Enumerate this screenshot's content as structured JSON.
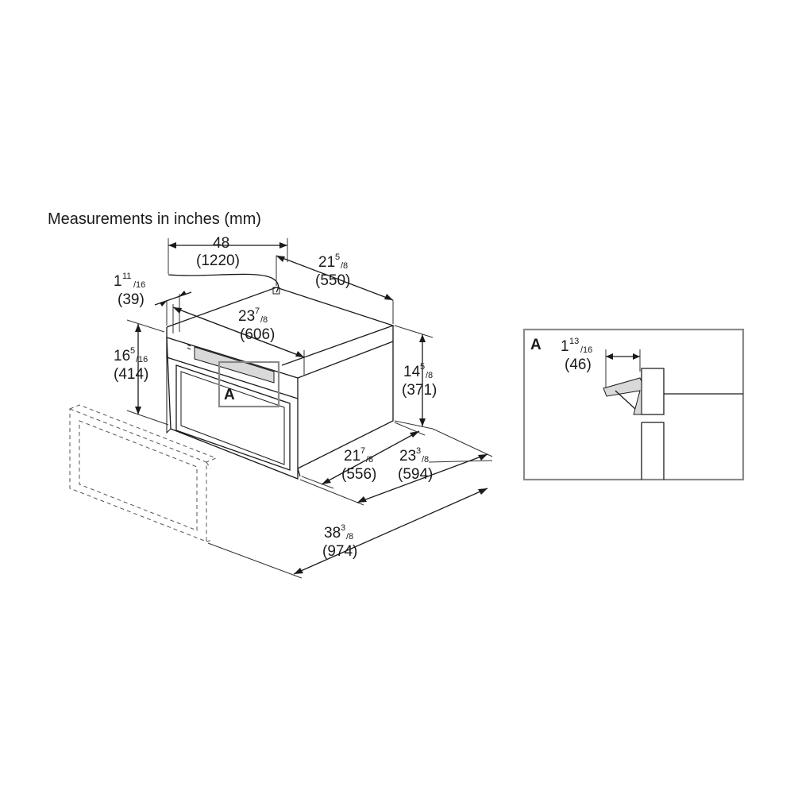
{
  "title": "Measurements in inches (mm)",
  "colors": {
    "line": "#1a1a1a",
    "callout_box": "#8a8a8a",
    "panel": "#d9d9d9"
  },
  "dimensions": {
    "cord": {
      "inches_whole": "48",
      "mm": "(1220)"
    },
    "depth_top": {
      "inches_whole": "21",
      "frac_num": "5",
      "frac_den": "/8",
      "mm": "(550)"
    },
    "front_offset": {
      "inches_whole": "1",
      "frac_num": "11",
      "frac_den": "/16",
      "mm": "(39)"
    },
    "width_top": {
      "inches_whole": "23",
      "frac_num": "7",
      "frac_den": "/8",
      "mm": "(606)"
    },
    "front_height": {
      "inches_whole": "16",
      "frac_num": "5",
      "frac_den": "/16",
      "mm": "(414)"
    },
    "body_height": {
      "inches_whole": "14",
      "frac_num": "5",
      "frac_den": "/8",
      "mm": "(371)"
    },
    "body_depth": {
      "inches_whole": "21",
      "frac_num": "7",
      "frac_den": "/8",
      "mm": "(556)"
    },
    "overall_depth": {
      "inches_whole": "23",
      "frac_num": "3",
      "frac_den": "/8",
      "mm": "(594)"
    },
    "door_open_depth": {
      "inches_whole": "38",
      "frac_num": "3",
      "frac_den": "/8",
      "mm": "(974)"
    },
    "handle_depth": {
      "inches_whole": "1",
      "frac_num": "13",
      "frac_den": "/16",
      "mm": "(46)"
    }
  },
  "callouts": {
    "main": "A",
    "detail": "A"
  }
}
